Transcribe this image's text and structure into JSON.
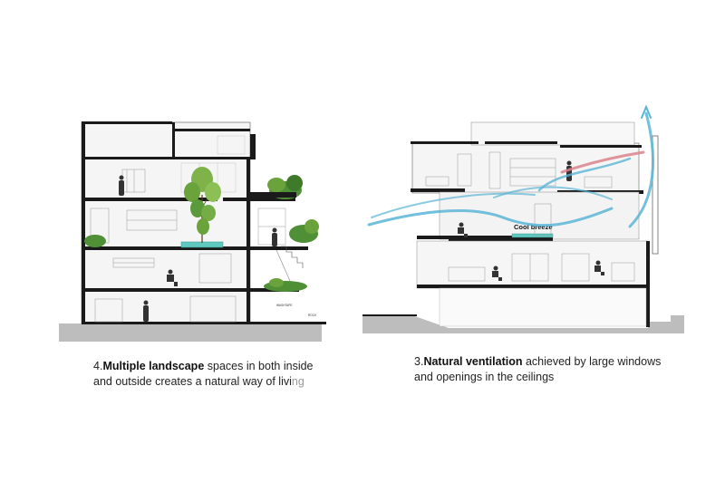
{
  "left_diagram": {
    "caption": {
      "number": "4.",
      "bold": "Multiple landscape",
      "line1_rest": " spaces in both inside",
      "line2_main": "and outside creates a natural way of livi",
      "line2_fade": "ng"
    },
    "tag_labels": [
      "WASHTAPE",
      "ROCK"
    ]
  },
  "right_diagram": {
    "caption": {
      "number": "3.",
      "bold": "Natural ventilation",
      "line1_rest": " achieved by large windows",
      "line2": "and openings in the ceilings"
    },
    "breeze_label": "Cool breeze"
  },
  "colors": {
    "slab": "#1a1a1a",
    "ground": "#bdbdbd",
    "pool": "#5ec9c0",
    "breeze_blue": "#5ab5d6",
    "breeze_red": "#d9828a",
    "plant_green": "#5a9a3a",
    "wall": "#f4f4f4"
  }
}
